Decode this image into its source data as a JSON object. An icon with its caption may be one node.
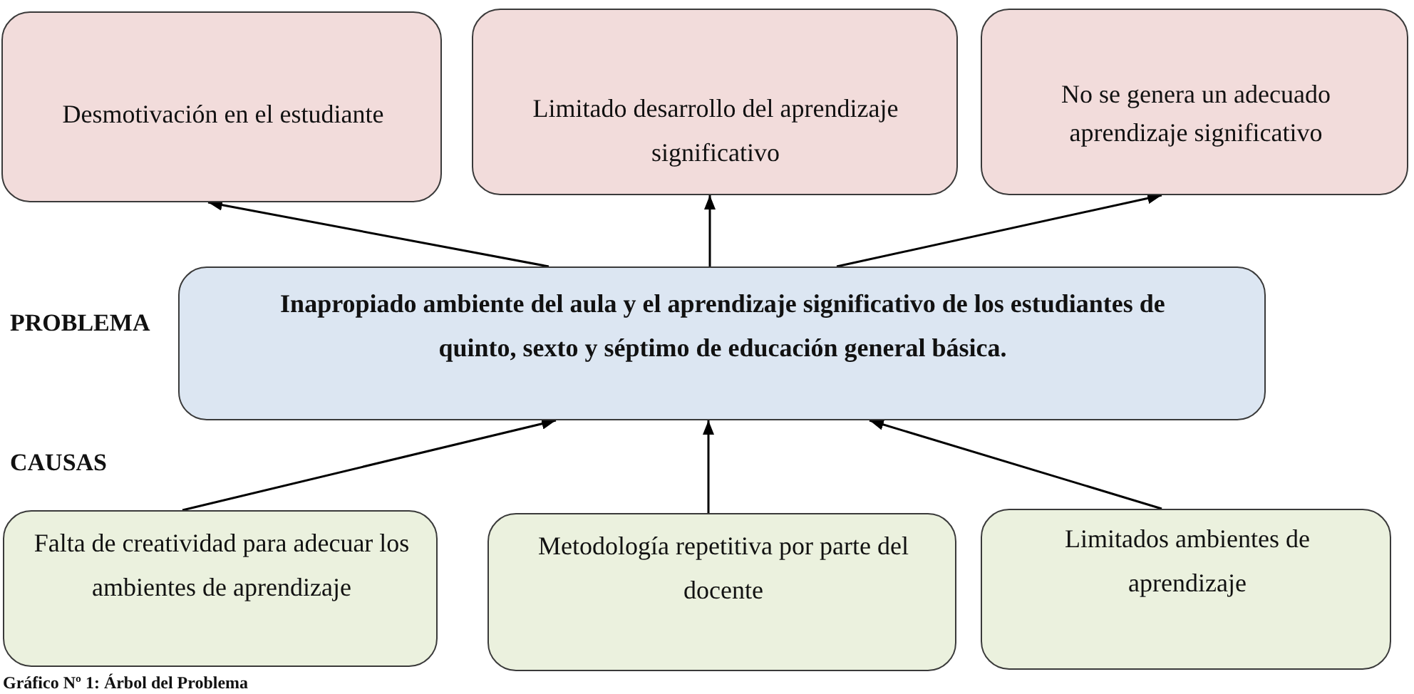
{
  "diagram": {
    "caption": "Gráfico Nº 1: Árbol del Problema",
    "nodes": [
      {
        "text": [
          "Desmotivación en el estudiante"
        ]
      },
      {
        "text": [
          "Limitado desarrollo del aprendizaje significativo"
        ]
      },
      {
        "text": [
          "No se genera un adecuado aprendizaje significativo"
        ]
      },
      {
        "text": [
          "Inapropiado ambiente del aula y el aprendizaje significativo de los estudiantes de quinto, sexto y séptimo de educación general básica."
        ]
      },
      {
        "text": [
          "Falta de creatividad para adecuar los ambientes de aprendizaje"
        ]
      },
      {
        "text": [
          "Metodología repetitiva por parte del docente"
        ]
      },
      {
        "text": [
          "Limitados ambientes de aprendizaje"
        ]
      }
    ],
    "edges": [
      {
        "from": 3,
        "to": 0,
        "arrow": "to"
      },
      {
        "from": 3,
        "to": 1,
        "arrow": "to"
      },
      {
        "from": 3,
        "to": 2,
        "arrow": "to"
      },
      {
        "from": 4,
        "to": 3,
        "arrow": "to"
      },
      {
        "from": 5,
        "to": 3,
        "arrow": "to"
      },
      {
        "from": 6,
        "to": 3,
        "arrow": "to"
      }
    ],
    "labels": [
      "PROBLEMA",
      "CAUSAS"
    ]
  }
}
